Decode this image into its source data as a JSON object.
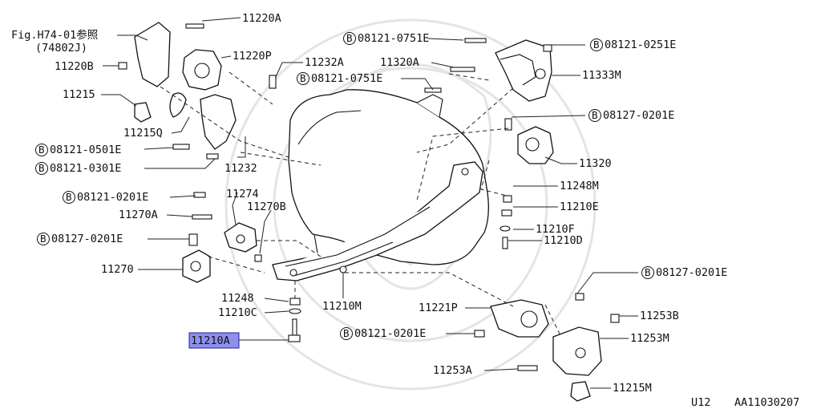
{
  "diagram": {
    "colors": {
      "highlight_fill": "#8f8ff0",
      "highlight_border": "#1f1f8f",
      "line": "#222222",
      "watermark": "#e4e4e4"
    },
    "labels": {
      "fig_ref": "Fig.H74-01参照",
      "fig_ref_sub": "(74802J)",
      "l11220A": "11220A",
      "l11220P": "11220P",
      "l11220B": "11220B",
      "l11232A": "11232A",
      "l11215": "11215",
      "l11215Q": "11215Q",
      "b0501": "08121-0501E",
      "b0301": "08121-0301E",
      "l11232": "11232",
      "b0751a": "08121-0751E",
      "l11320A": "11320A",
      "b0751b": "08121-0751E",
      "b0251": "08121-0251E",
      "l11333M": "11333M",
      "b0201a": "08127-0201E",
      "l11320": "11320",
      "b0201b": "08121-0201E",
      "l11274": "11274",
      "l11270A": "11270A",
      "l11270B": "11270B",
      "b0201c": "08127-0201E",
      "l11270": "11270",
      "l11248M": "11248M",
      "l11210E": "11210E",
      "l11210F": "11210F",
      "l11210D": "11210D",
      "l11248": "11248",
      "l11210C": "11210C",
      "l11210M": "11210M",
      "l11221P": "11221P",
      "b0201d": "08121-0201E",
      "b0201e": "08127-0201E",
      "l11253B": "11253B",
      "l11253M": "11253M",
      "l11210A": "11210A",
      "l11253A": "11253A",
      "l11215M": "11215M",
      "bolt_symbol": "B"
    },
    "footer": {
      "model": "U12",
      "code": "AA11030207"
    }
  }
}
